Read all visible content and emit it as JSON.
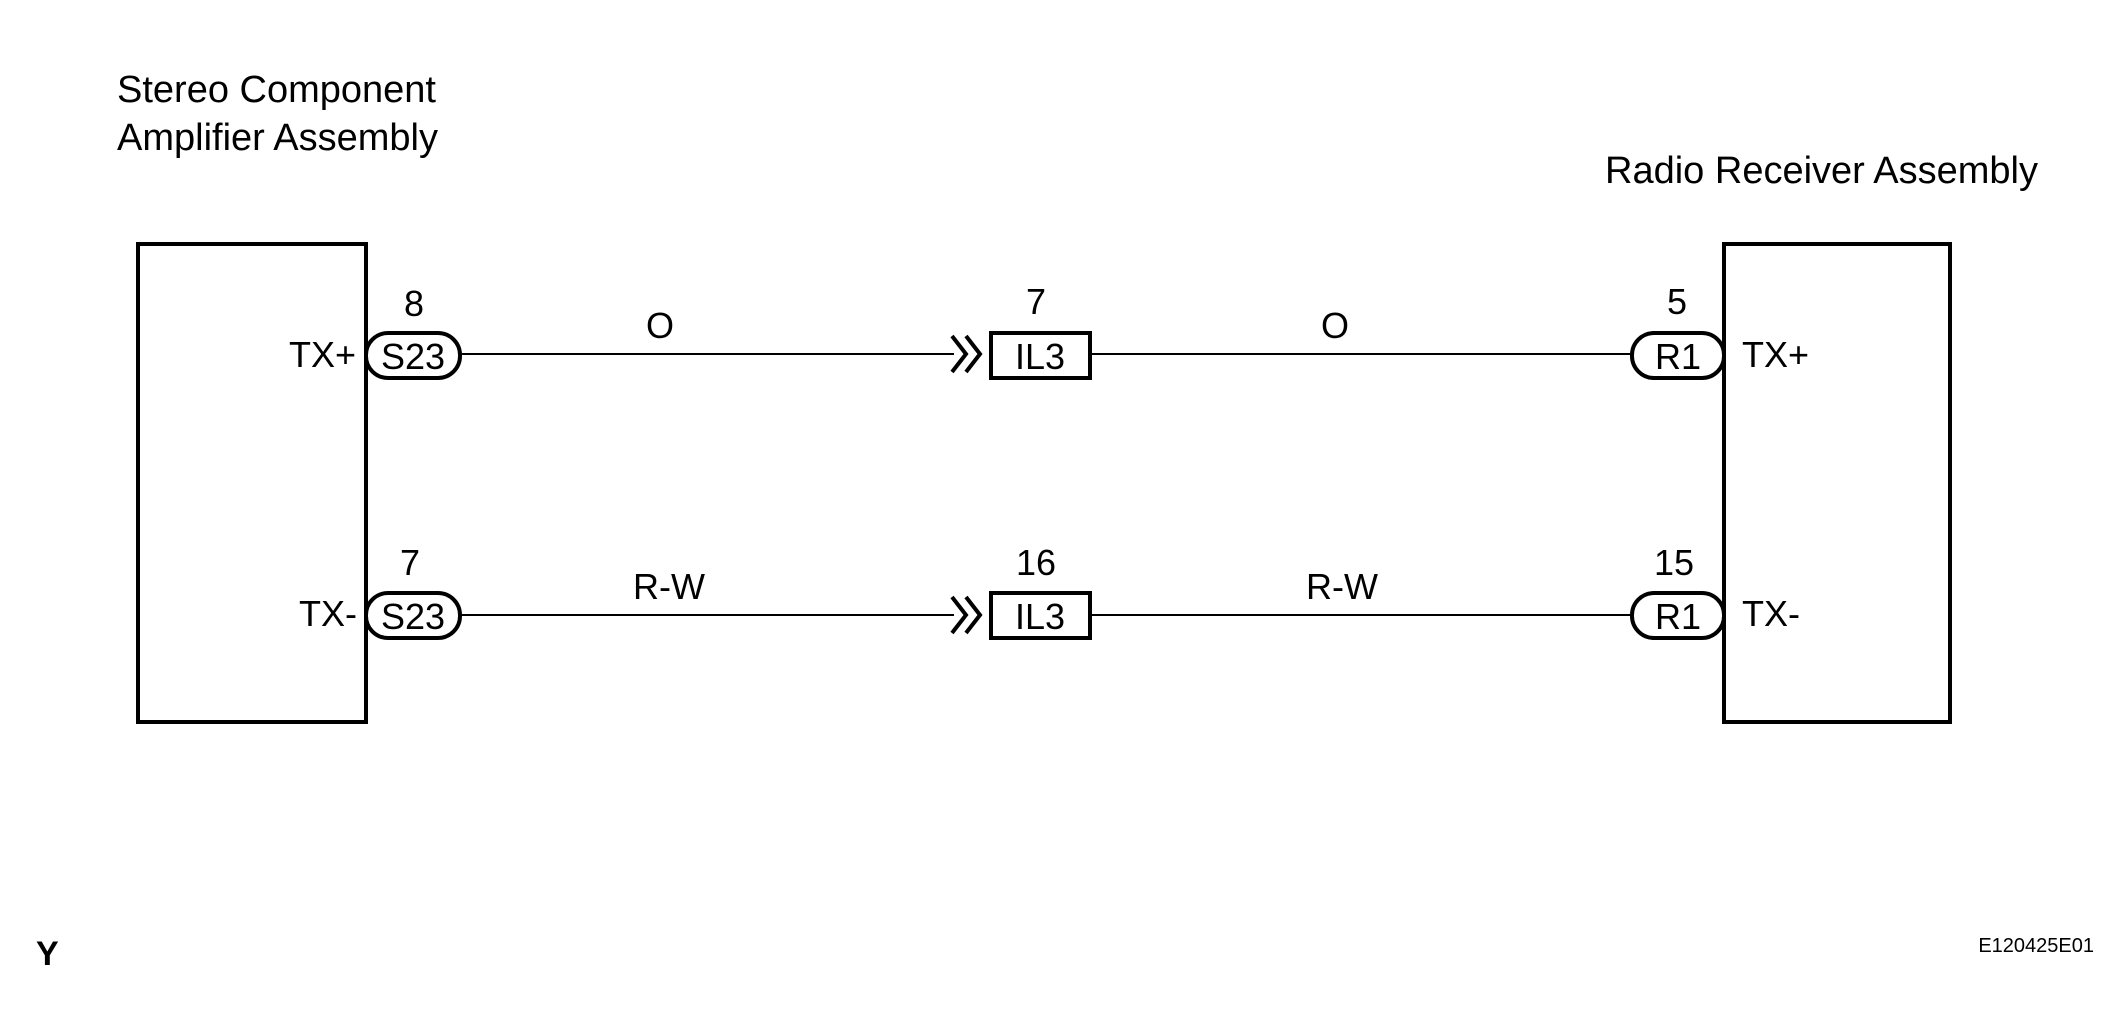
{
  "components": {
    "left": {
      "title_line1": "Stereo Component",
      "title_line2": "Amplifier Assembly"
    },
    "right": {
      "title": "Radio Receiver Assembly"
    }
  },
  "circuits": [
    {
      "signal_left": "TX+",
      "signal_right": "TX+",
      "left_pin": "8",
      "left_connector": "S23",
      "wire_color_left": "O",
      "junction_pin": "7",
      "junction_connector": "IL3",
      "wire_color_right": "O",
      "right_pin": "5",
      "right_connector": "R1"
    },
    {
      "signal_left": "TX-",
      "signal_right": "TX-",
      "left_pin": "7",
      "left_connector": "S23",
      "wire_color_left": "R-W",
      "junction_pin": "16",
      "junction_connector": "IL3",
      "wire_color_right": "R-W",
      "right_pin": "15",
      "right_connector": "R1"
    }
  ],
  "corner_marker": "Y",
  "figure_id": "E120425E01"
}
